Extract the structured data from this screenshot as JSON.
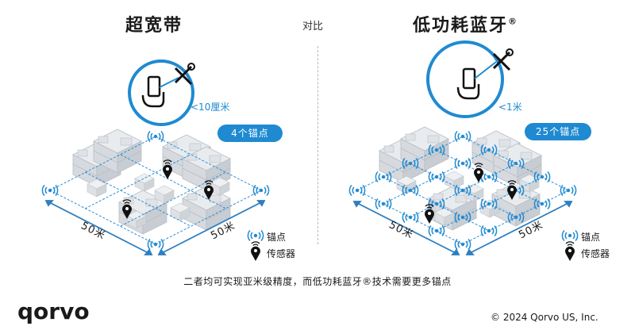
{
  "header": {
    "left_title": "超宽带",
    "vs_label": "对比",
    "right_title": "低功耗蓝牙",
    "right_title_mark": "®"
  },
  "left": {
    "precision": "<10厘米",
    "anchor_badge": "4个锚点",
    "dim_x": "50米",
    "dim_y": "50米"
  },
  "right": {
    "precision": "<1米",
    "anchor_badge": "25个锚点",
    "dim_x": "50米",
    "dim_y": "50米"
  },
  "legend": {
    "anchor_label": "锚点",
    "sensor_label": "传感器"
  },
  "caption": "二者均可实现亚米级精度，而低功耗蓝牙®技术需要更多锚点",
  "footer": {
    "logo": "qorvo",
    "copyright": "© 2024 Qorvo US, Inc."
  },
  "colors": {
    "accent": "#1f8ad1",
    "grid_line": "#2d8fd6",
    "dimension_line": "#2f7fc0"
  }
}
